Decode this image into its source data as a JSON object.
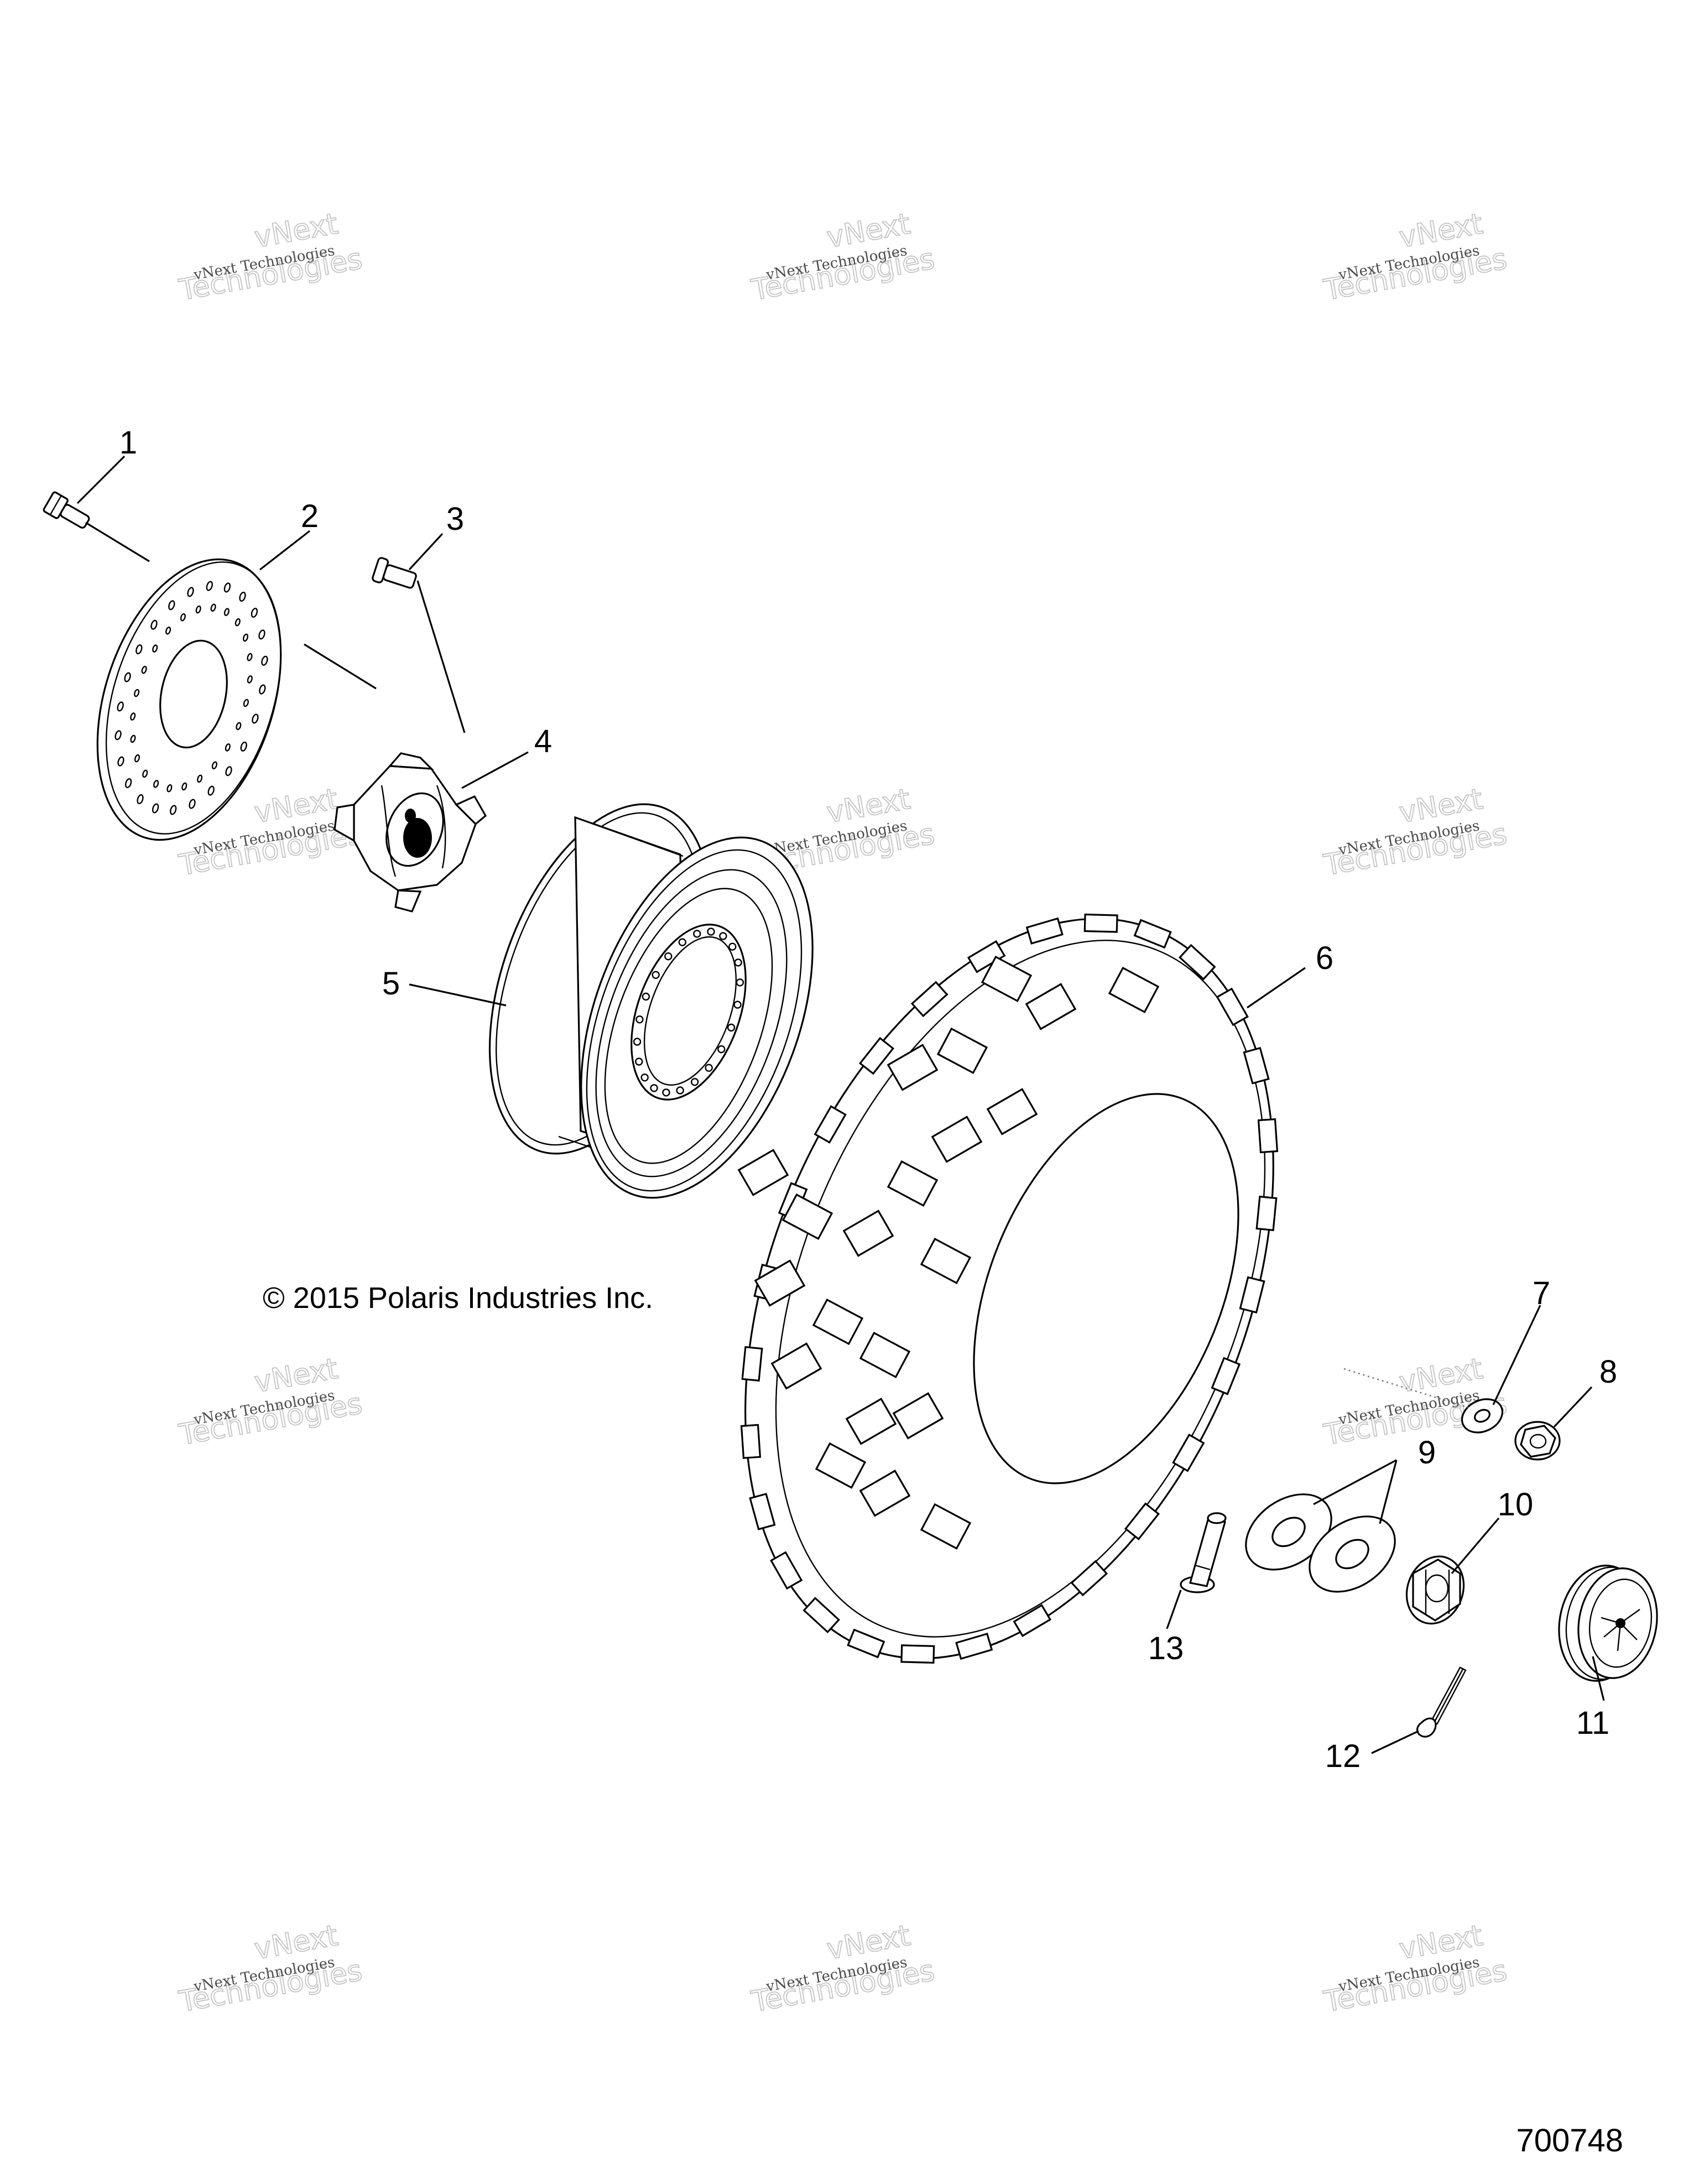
{
  "callouts": [
    "1",
    "2",
    "3",
    "4",
    "5",
    "6",
    "7",
    "8",
    "9",
    "10",
    "11",
    "12",
    "13"
  ],
  "copyright": "© 2015 Polaris Industries Inc.",
  "document_number": "700748",
  "watermark": {
    "line": "vNext Technologies",
    "outline_word_1": "vNext",
    "outline_word_2": "Technologies"
  }
}
